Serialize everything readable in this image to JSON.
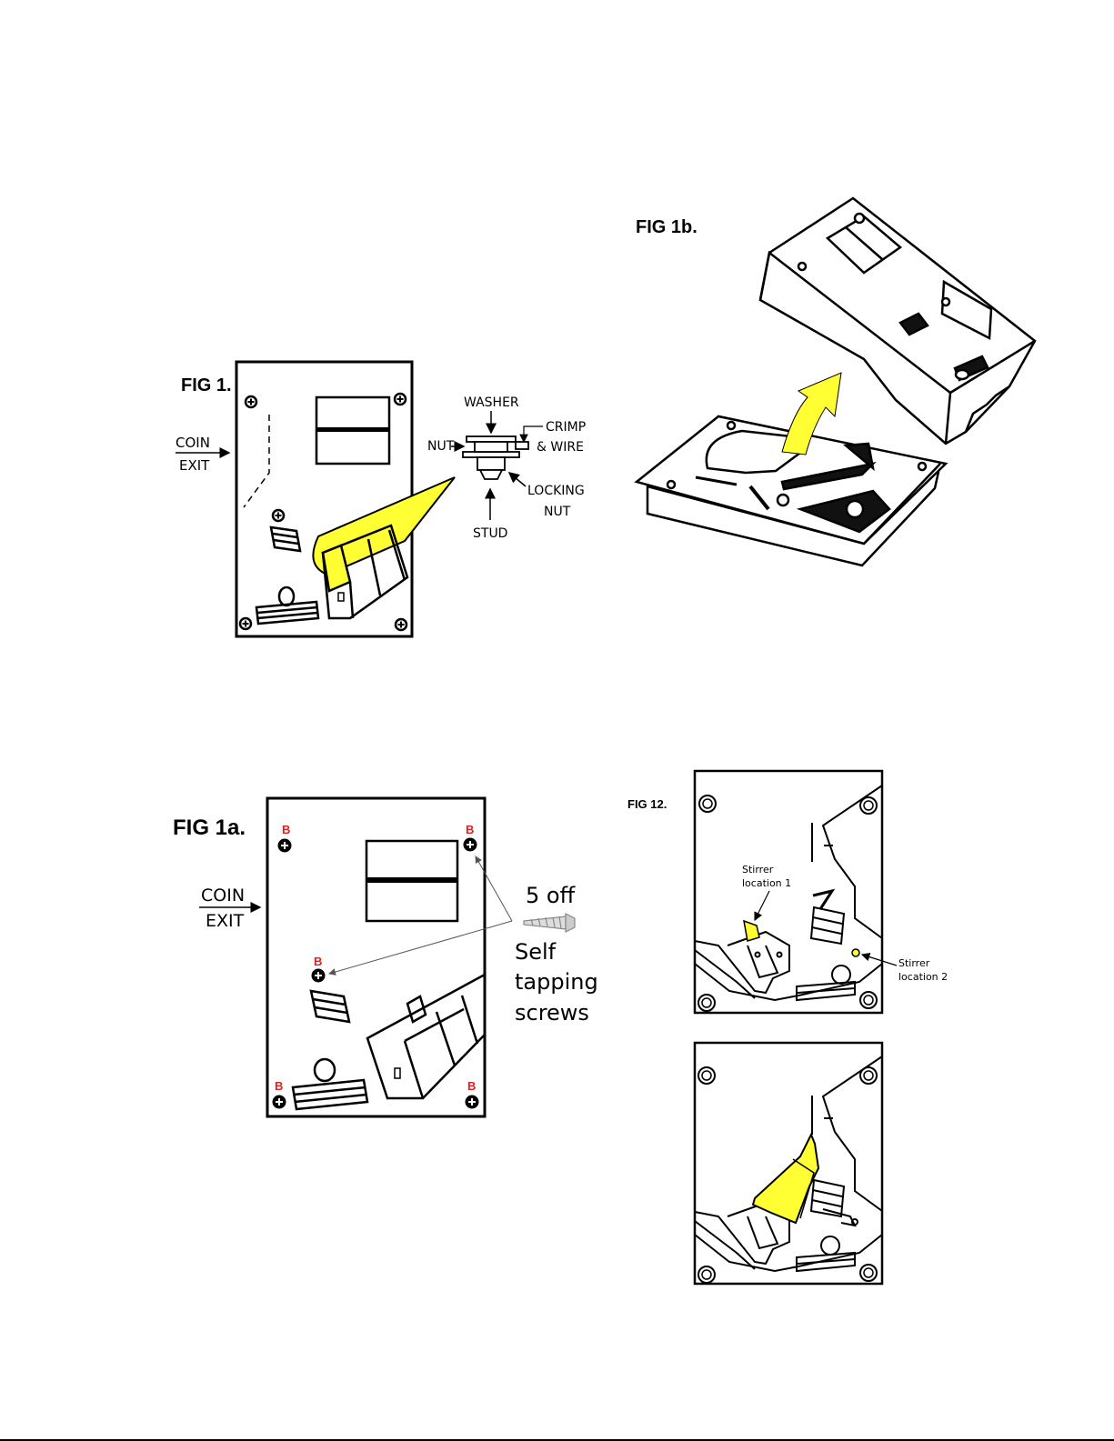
{
  "fig1": {
    "title": "FIG 1.",
    "coin": "COIN",
    "exit": "EXIT",
    "washer": "WASHER",
    "nut": "NUT",
    "crimp": "CRIMP",
    "wire": "& WIRE",
    "locking": "LOCKING",
    "locking_nut": "NUT",
    "stud": "STUD"
  },
  "fig1b": {
    "title": "FIG 1b."
  },
  "fig1a": {
    "title": "FIG 1a.",
    "coin": "COIN",
    "exit": "EXIT",
    "marker": "B",
    "count": "5 off",
    "screws_line1": "Self",
    "screws_line2": "tapping",
    "screws_line3": "screws"
  },
  "fig12": {
    "title": "FIG 12.",
    "stirrer1_line1": "Stirrer",
    "stirrer1_line2": "location 1",
    "stirrer2_line1": "Stirrer",
    "stirrer2_line2": "location 2"
  },
  "colors": {
    "highlight": "#ffff33",
    "marker": "#e02020",
    "ink": "#000000"
  }
}
